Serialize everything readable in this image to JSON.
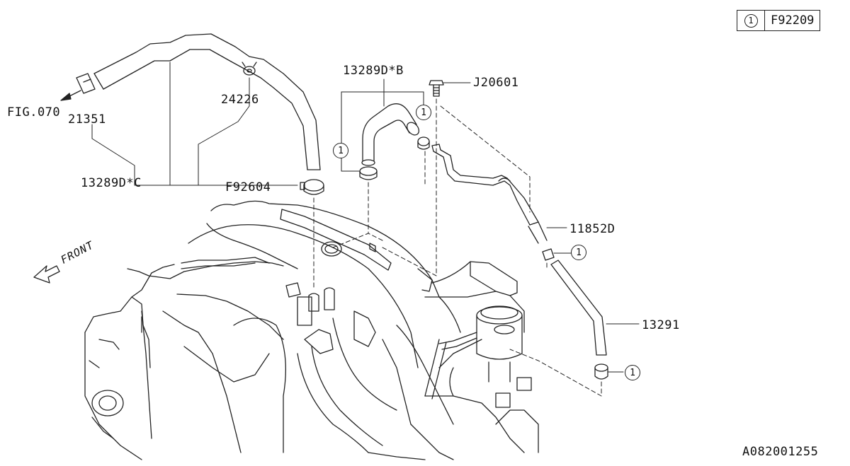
{
  "reference_box": {
    "marker": "1",
    "code": "F92209"
  },
  "callout_marker": "1",
  "labels": {
    "fig070": "FIG.070",
    "p21351": "21351",
    "p24226": "24226",
    "p13289dc": "13289D*C",
    "pF92604": "F92604",
    "p13289db": "13289D*B",
    "pJ20601": "J20601",
    "p11852d": "11852D",
    "p13291": "13291",
    "front": "FRONT",
    "diagram_code": "A082001255"
  }
}
